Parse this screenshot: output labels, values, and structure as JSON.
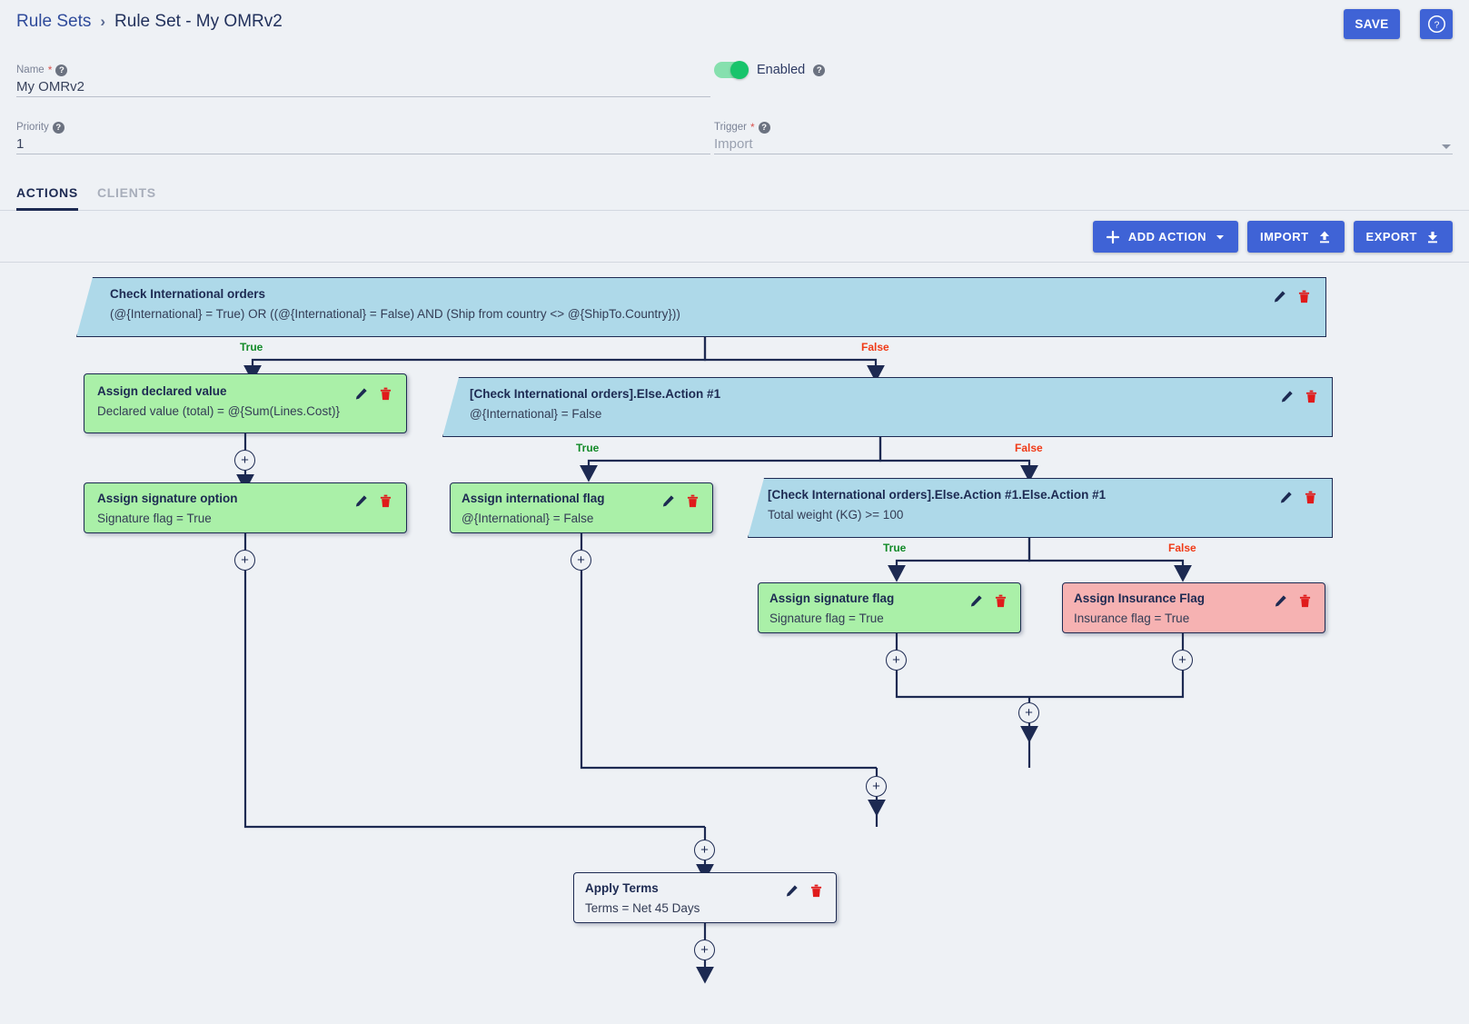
{
  "header": {
    "breadcrumb_root": "Rule Sets",
    "breadcrumb_sep": "›",
    "breadcrumb_current": "Rule Set - My OMRv2",
    "save_label": "SAVE",
    "help_icon": "help-circle-icon"
  },
  "form": {
    "name_label": "Name",
    "name_required": "*",
    "name_value": "My OMRv2",
    "priority_label": "Priority",
    "priority_value": "1",
    "trigger_label": "Trigger",
    "trigger_required": "*",
    "trigger_value": "Import",
    "enabled_label": "Enabled",
    "enabled_state": "on"
  },
  "tabs": [
    {
      "label": "ACTIONS",
      "active": true
    },
    {
      "label": "CLIENTS",
      "active": false
    }
  ],
  "toolbar": {
    "add_action_label": "ADD ACTION",
    "import_label": "IMPORT",
    "export_label": "EXPORT"
  },
  "colors": {
    "accent": "#3f63d6",
    "condition_node": "#aed9e9",
    "assign_green": "#aaf0a8",
    "assign_red": "#f6b2b2",
    "line": "#1d2a52",
    "true_label": "#128a28",
    "false_label": "#f03a17"
  },
  "flow": {
    "branch_true": "True",
    "branch_false": "False",
    "plus_label": "+",
    "nodes": [
      {
        "id": "n1",
        "kind": "condition",
        "title": "Check International orders",
        "detail": "(@{International} = True) OR ((@{International} = False) AND (Ship from country <> @{ShipTo.Country}))"
      },
      {
        "id": "n2",
        "kind": "assign-green",
        "title": "Assign declared value",
        "detail": "Declared value (total) = @{Sum(Lines.Cost)}"
      },
      {
        "id": "n3",
        "kind": "condition",
        "title": "[Check International orders].Else.Action #1",
        "detail": "@{International} = False"
      },
      {
        "id": "n4",
        "kind": "assign-green",
        "title": "Assign signature option",
        "detail": "Signature flag = True"
      },
      {
        "id": "n5",
        "kind": "assign-green",
        "title": "Assign international flag",
        "detail": "@{International} = False"
      },
      {
        "id": "n6",
        "kind": "condition",
        "title": "[Check International orders].Else.Action #1.Else.Action #1",
        "detail": "Total weight (KG) >= 100"
      },
      {
        "id": "n7",
        "kind": "assign-green",
        "title": "Assign signature flag",
        "detail": "Signature flag = True"
      },
      {
        "id": "n8",
        "kind": "assign-red",
        "title": "Assign Insurance Flag",
        "detail": "Insurance flag = True"
      },
      {
        "id": "n9",
        "kind": "assign-plain",
        "title": "Apply Terms",
        "detail": "Terms = Net 45 Days"
      }
    ],
    "icons": {
      "edit": "pencil-icon",
      "delete": "trash-icon"
    }
  }
}
